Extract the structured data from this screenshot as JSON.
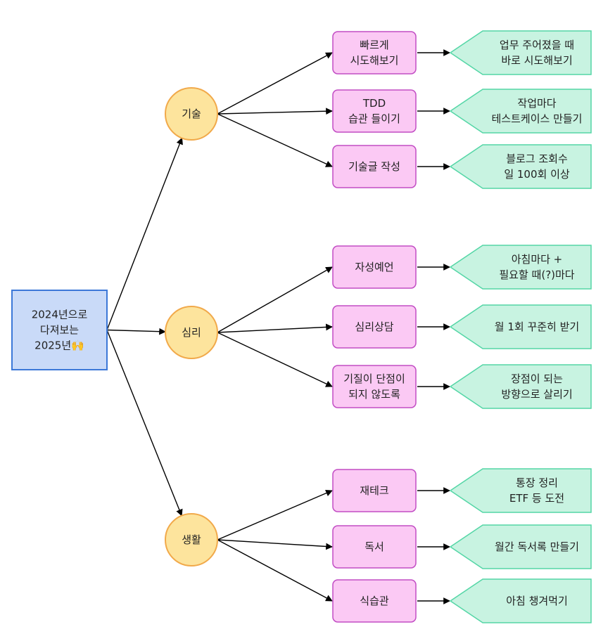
{
  "colors": {
    "root_fill": "#c9daf8",
    "root_stroke": "#3c78d8",
    "category_fill": "#fde49d",
    "category_stroke": "#f1a94a",
    "action_fill": "#fbc9f4",
    "action_stroke": "#c24dc4",
    "outcome_fill": "#c8f3e1",
    "outcome_stroke": "#54d6a6",
    "edge": "#000000"
  },
  "root": {
    "lines": [
      "2024년으로",
      "다져보는",
      "2025년🙌"
    ]
  },
  "categories": [
    {
      "label": "기술",
      "items": [
        {
          "action": [
            "빠르게",
            "시도해보기"
          ],
          "outcome": [
            "업무 주어졌을 때",
            "바로 시도해보기"
          ]
        },
        {
          "action": [
            "TDD",
            "습관 들이기"
          ],
          "outcome": [
            "작업마다",
            "테스트케이스 만들기"
          ]
        },
        {
          "action": [
            "기술글 작성"
          ],
          "outcome": [
            "블로그 조회수",
            "일 100회 이상"
          ]
        }
      ]
    },
    {
      "label": "심리",
      "items": [
        {
          "action": [
            "자성예언"
          ],
          "outcome": [
            "아침마다 +",
            "필요할 때(?)마다"
          ]
        },
        {
          "action": [
            "심리상담"
          ],
          "outcome": [
            "월 1회 꾸준히 받기"
          ]
        },
        {
          "action": [
            "기질이 단점이",
            "되지 않도록"
          ],
          "outcome": [
            "장점이 되는",
            "방향으로 살리기"
          ]
        }
      ]
    },
    {
      "label": "생활",
      "items": [
        {
          "action": [
            "재테크"
          ],
          "outcome": [
            "통장 정리",
            "ETF 등 도전"
          ]
        },
        {
          "action": [
            "독서"
          ],
          "outcome": [
            "월간 독서록 만들기"
          ]
        },
        {
          "action": [
            "식습관"
          ],
          "outcome": [
            "아침 챙겨먹기"
          ]
        }
      ]
    }
  ]
}
